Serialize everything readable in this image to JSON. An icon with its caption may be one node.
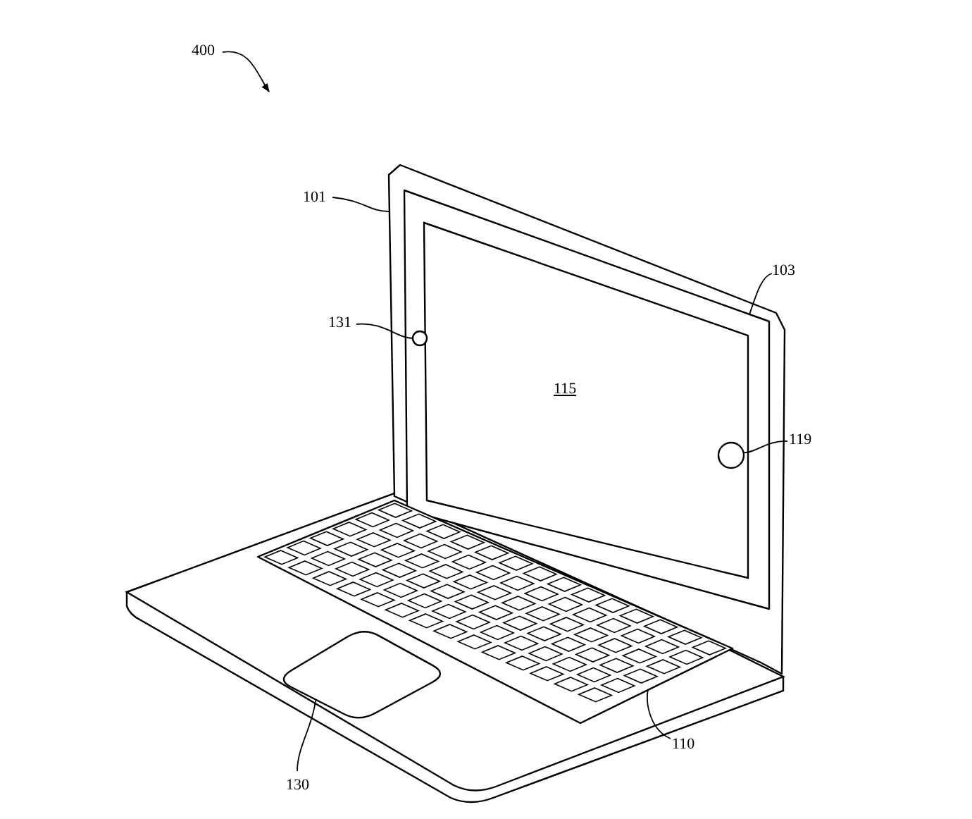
{
  "diagram": {
    "nodes": [
      {
        "text": [
          "400"
        ]
      },
      {
        "text": [
          "101"
        ]
      },
      {
        "text": [
          "103"
        ]
      },
      {
        "text": [
          "131"
        ]
      },
      {
        "text": [
          "119"
        ]
      },
      {
        "text": [
          "110"
        ]
      },
      {
        "text": [
          "130"
        ]
      },
      {
        "text": [],
        "shape": "box"
      },
      {
        "text": [],
        "shape": "box",
        "in": 7
      },
      {
        "text": [],
        "shape": "circle",
        "in": 8
      },
      {
        "text": [],
        "shape": "circle",
        "in": 8
      },
      {
        "text": [],
        "shape": "box"
      },
      {
        "text": [],
        "shape": "box"
      }
    ],
    "edges": [
      {
        "from": 0,
        "to": null,
        "arrow": "to"
      },
      {
        "from": 1,
        "to": 7,
        "arrow": "none"
      },
      {
        "from": 2,
        "to": 8,
        "arrow": "none"
      },
      {
        "from": 3,
        "to": 9,
        "arrow": "none"
      },
      {
        "from": 4,
        "to": 10,
        "arrow": "none"
      },
      {
        "from": 5,
        "to": 11,
        "arrow": "none"
      },
      {
        "from": 6,
        "to": 12,
        "arrow": "none"
      }
    ],
    "labels": [
      "115"
    ]
  }
}
